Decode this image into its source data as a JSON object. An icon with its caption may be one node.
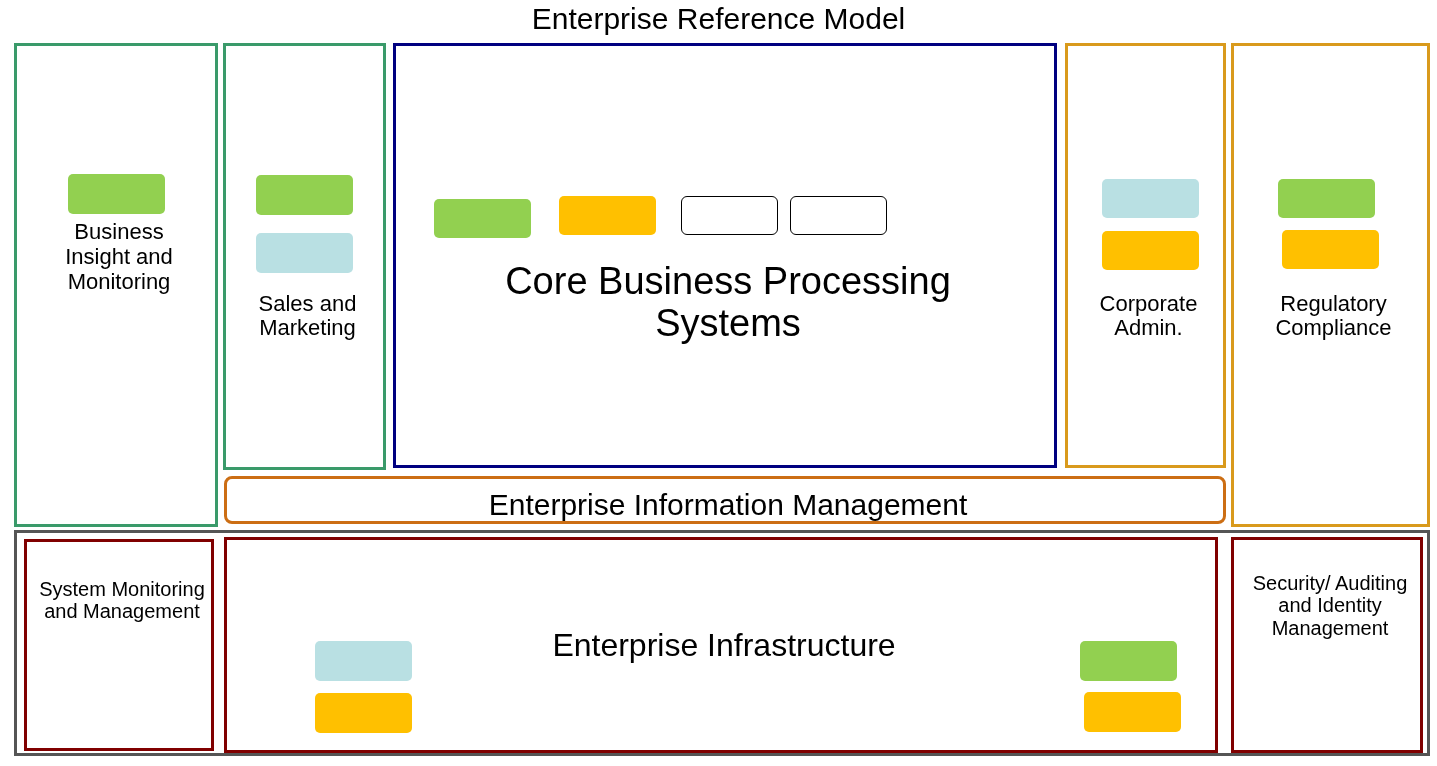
{
  "diagram": {
    "title": "Enterprise Reference Model",
    "nodes": [
      {
        "text": [
          "Business Insight and Monitoring"
        ]
      },
      {
        "text": [],
        "shape": "box",
        "in": 0
      },
      {
        "text": [
          "Sales and Marketing"
        ]
      },
      {
        "text": [],
        "shape": "box",
        "in": 2
      },
      {
        "text": [],
        "shape": "box",
        "in": 2
      },
      {
        "text": [
          "Core Business Processing Systems"
        ]
      },
      {
        "text": [],
        "shape": "box",
        "in": 5
      },
      {
        "text": [],
        "shape": "box",
        "in": 5
      },
      {
        "text": [],
        "shape": "box",
        "in": 5
      },
      {
        "text": [],
        "shape": "box",
        "in": 5
      },
      {
        "text": [
          "Corporate Admin."
        ]
      },
      {
        "text": [],
        "shape": "box",
        "in": 10
      },
      {
        "text": [],
        "shape": "box",
        "in": 10
      },
      {
        "text": [
          "Regulatory Compliance"
        ]
      },
      {
        "text": [],
        "shape": "box",
        "in": 13
      },
      {
        "text": [],
        "shape": "box",
        "in": 13
      },
      {
        "text": [
          "Enterprise Information Management"
        ]
      },
      {
        "text": [],
        "shape": "box"
      },
      {
        "text": [
          "System Monitoring and Management"
        ],
        "in": 17
      },
      {
        "text": [
          "Enterprise Infrastructure"
        ],
        "in": 17
      },
      {
        "text": [],
        "shape": "box",
        "in": 19
      },
      {
        "text": [],
        "shape": "box",
        "in": 19
      },
      {
        "text": [],
        "shape": "box",
        "in": 19
      },
      {
        "text": [],
        "shape": "box",
        "in": 19
      },
      {
        "text": [
          "Security/ Auditing and Identity Management"
        ],
        "in": 17
      }
    ]
  }
}
